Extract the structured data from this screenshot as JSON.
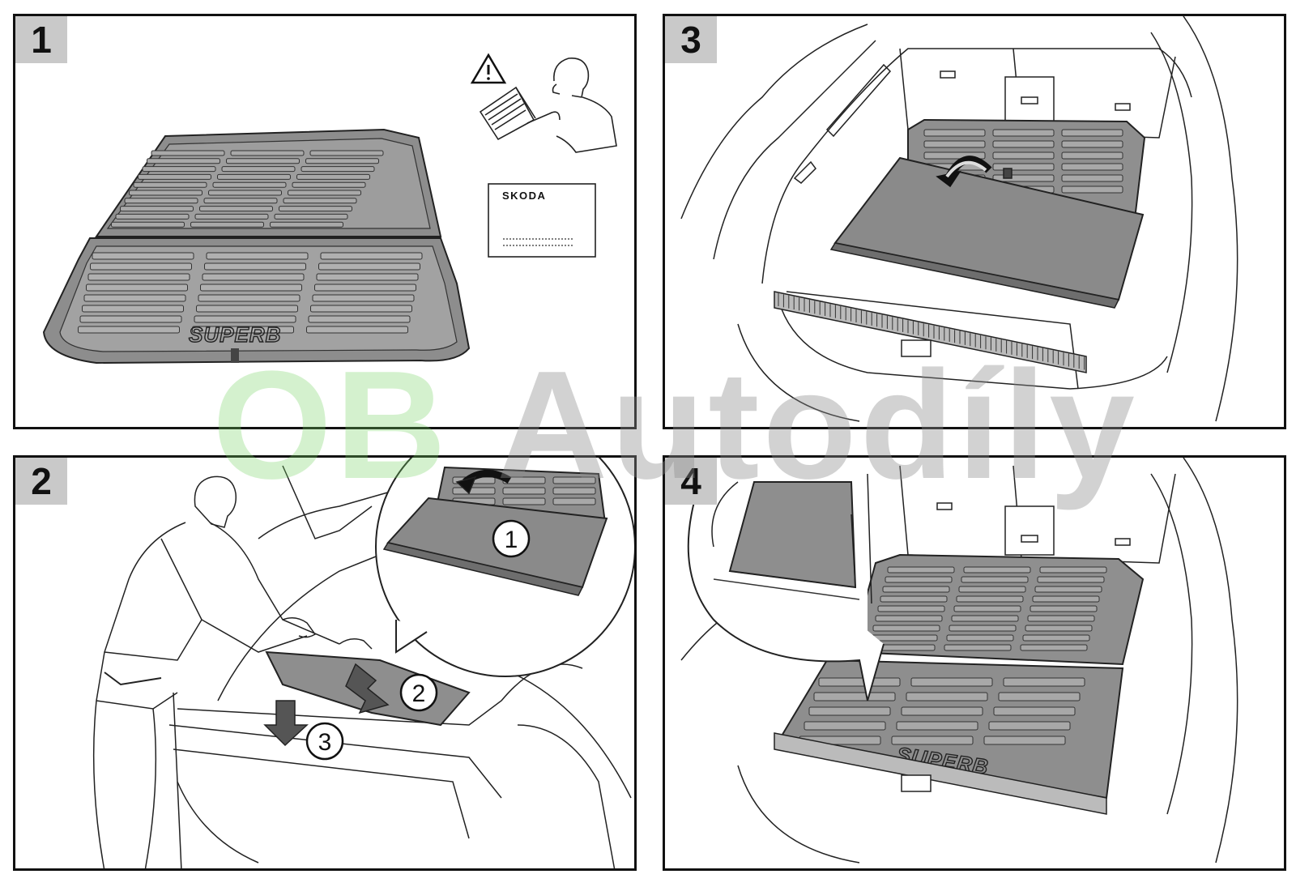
{
  "steps": [
    {
      "number": "1",
      "brand": "SKODA",
      "mat_logo": "SUPERB"
    },
    {
      "number": "2",
      "callouts": [
        "1",
        "2",
        "3"
      ]
    },
    {
      "number": "3"
    },
    {
      "number": "4",
      "mat_logo": "SUPERB"
    }
  ],
  "watermark": {
    "part1": "OB",
    "part2": "Autodíly",
    "color1": "#72d35f",
    "color2": "#8c8c8c"
  },
  "icons": [
    "warning-triangle-icon",
    "reading-manual-icon",
    "rotate-arrow-icon",
    "down-arrow-icon"
  ],
  "colors": {
    "mat_fill": "#9a9a9a",
    "mat_dark": "#6e6e6e",
    "line": "#222222",
    "badge": "#c9c9c9"
  }
}
